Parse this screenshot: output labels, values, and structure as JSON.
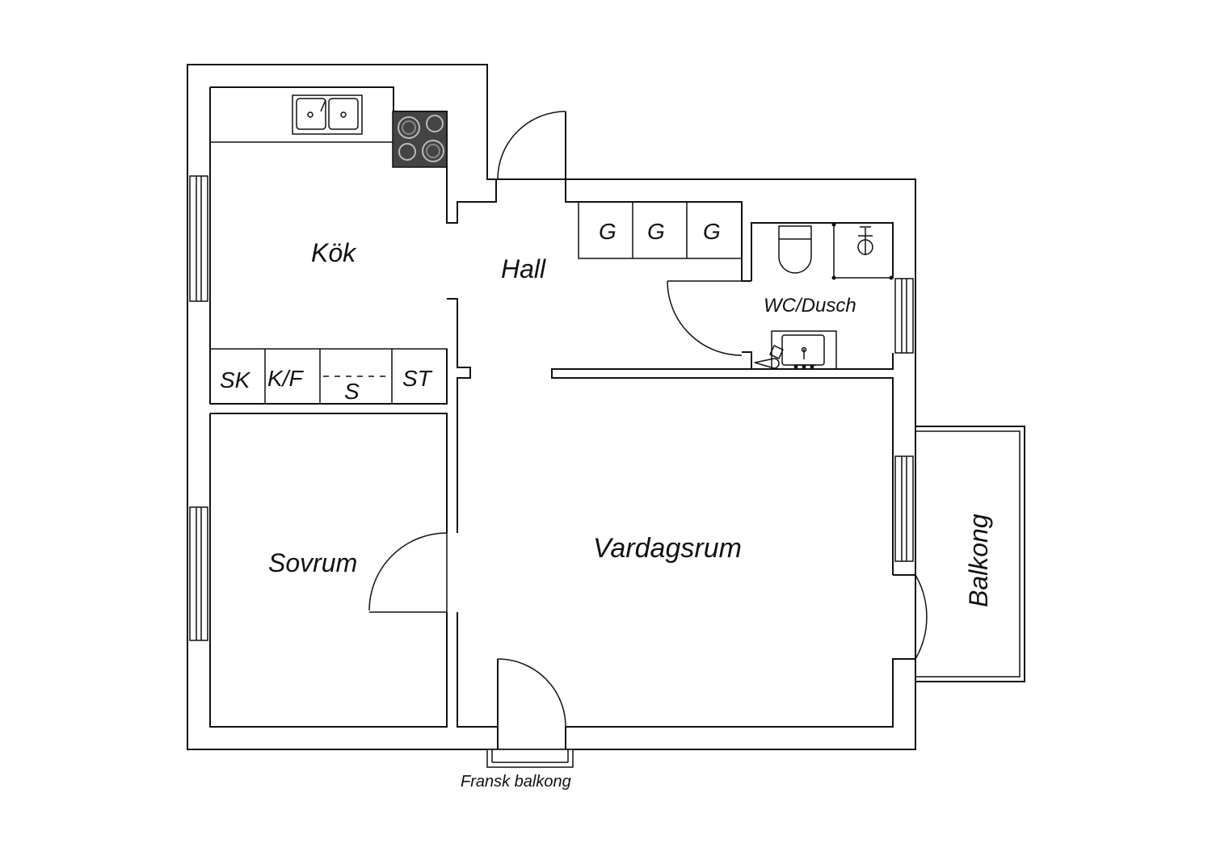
{
  "rooms": {
    "kitchen": "Kök",
    "hall": "Hall",
    "bathroom": "WC/Dusch",
    "bedroom": "Sovrum",
    "living": "Vardagsrum",
    "balcony": "Balkong"
  },
  "storage": {
    "closets": [
      "G",
      "G",
      "G"
    ],
    "sk": "SK",
    "kf": "K/F",
    "s": "S",
    "st": "ST"
  },
  "annotations": {
    "french_balcony": "Fransk balkong"
  },
  "colors": {
    "line": "#111111",
    "stove": "#444444",
    "background": "#ffffff"
  }
}
